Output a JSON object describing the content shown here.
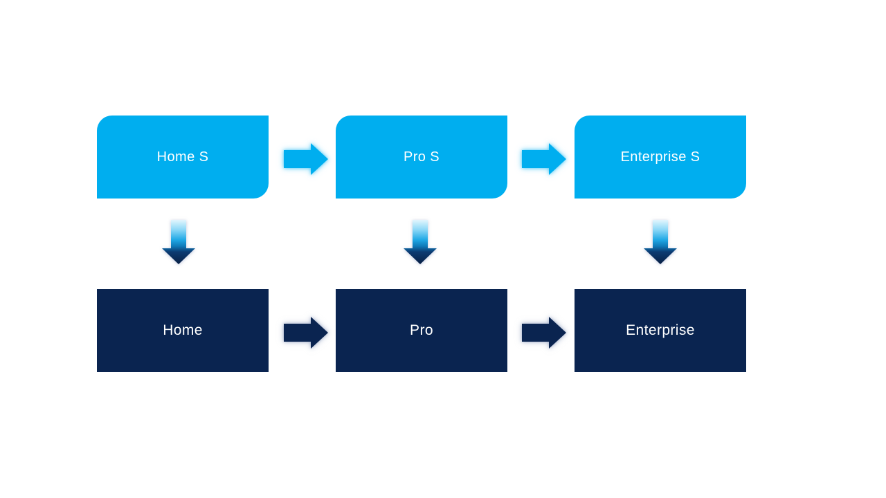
{
  "slide": {
    "description": "Product edition upgrade flow diagram"
  },
  "colors": {
    "background": "#FFFFFF",
    "light_blue": "#00AEEF",
    "dark_navy": "#0A2450",
    "text": "#FFFFFF",
    "down_grad_0": "#E2F5FD",
    "down_grad_1": "#8CD8F7",
    "down_grad_2": "#1FA8E5",
    "down_grad_3": "#0E77B5",
    "down_grad_4": "#0C3B72",
    "down_grad_5": "#081F44"
  },
  "flow": {
    "columns": [
      {
        "top_label": "Home S",
        "bottom_label": "Home"
      },
      {
        "top_label": "Pro S",
        "bottom_label": "Pro"
      },
      {
        "top_label": "Enterprise S",
        "bottom_label": "Enterprise"
      }
    ]
  }
}
